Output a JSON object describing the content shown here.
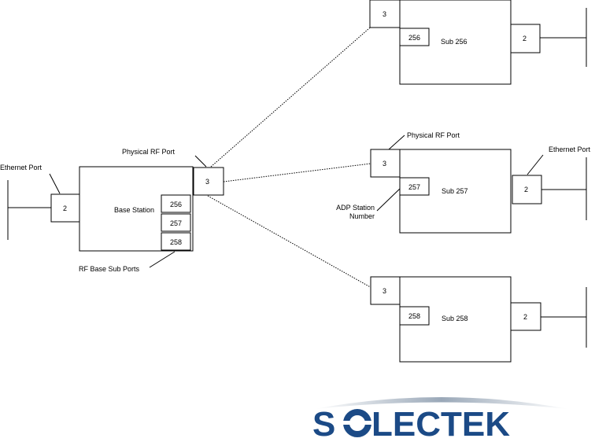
{
  "base_station": {
    "label": "Base Station",
    "ethernet_port": "2",
    "rf_port": "3",
    "sub_ports": [
      "256",
      "257",
      "258"
    ]
  },
  "subscribers": [
    {
      "label": "Sub 256",
      "rf_port": "3",
      "station_number": "256",
      "ethernet_port": "2"
    },
    {
      "label": "Sub 257",
      "rf_port": "3",
      "station_number": "257",
      "ethernet_port": "2"
    },
    {
      "label": "Sub 258",
      "rf_port": "3",
      "station_number": "258",
      "ethernet_port": "2"
    }
  ],
  "annotations": {
    "ethernet_port_left": "Ethernet Port",
    "physical_rf_port_base": "Physical RF Port",
    "rf_base_sub_ports": "RF Base Sub Ports",
    "physical_rf_port_sub": "Physical RF Port",
    "ethernet_port_right": "Ethernet Port",
    "adp_station_line1": "ADP Station",
    "adp_station_line2": "Number"
  },
  "logo": {
    "text_prefix": "S",
    "text_suffix": "LECTEK",
    "brand_color": "#1b4a86"
  }
}
